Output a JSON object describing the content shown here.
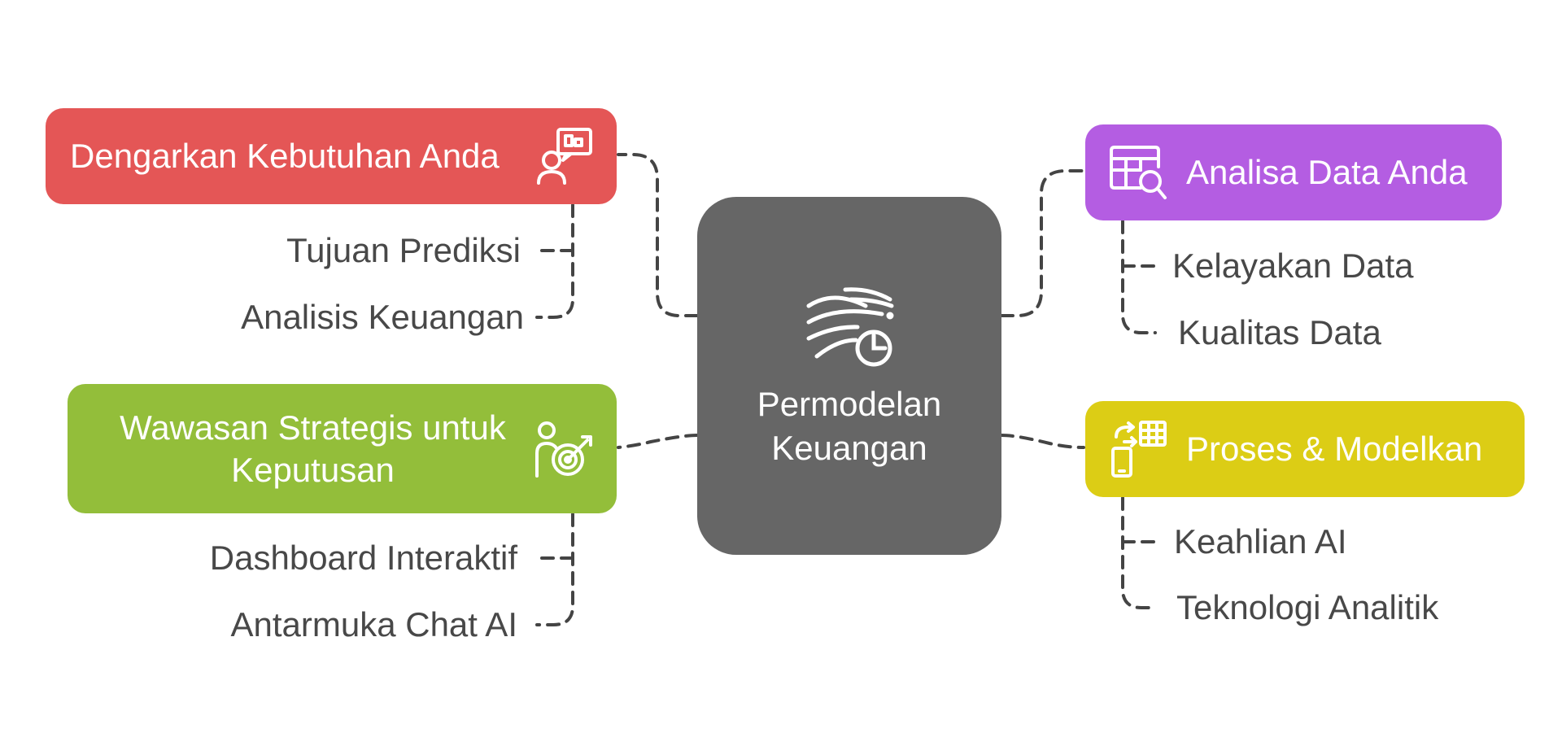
{
  "hub": {
    "title": "Permodelan Keuangan",
    "color": "#666666"
  },
  "branches": {
    "needs": {
      "title": "Dengarkan Kebutuhan Anda",
      "color": "#e45656",
      "icon": "user-chat-icon",
      "items": [
        "Tujuan Prediksi",
        "Analisis Keuangan"
      ]
    },
    "insights": {
      "title": "Wawasan Strategis untuk Keputusan",
      "color": "#93be3a",
      "icon": "user-target-icon",
      "items": [
        "Dashboard Interaktif",
        "Antarmuka Chat AI"
      ]
    },
    "analysis": {
      "title": "Analisa Data Anda",
      "color": "#b45de2",
      "icon": "table-search-icon",
      "items": [
        "Kelayakan Data",
        "Kualitas Data"
      ]
    },
    "process": {
      "title": "Proses & Modelkan",
      "color": "#dccd15",
      "icon": "phone-table-icon",
      "items": [
        "Keahlian AI",
        "Teknologi Analitik"
      ]
    }
  },
  "connector_color": "#444444"
}
